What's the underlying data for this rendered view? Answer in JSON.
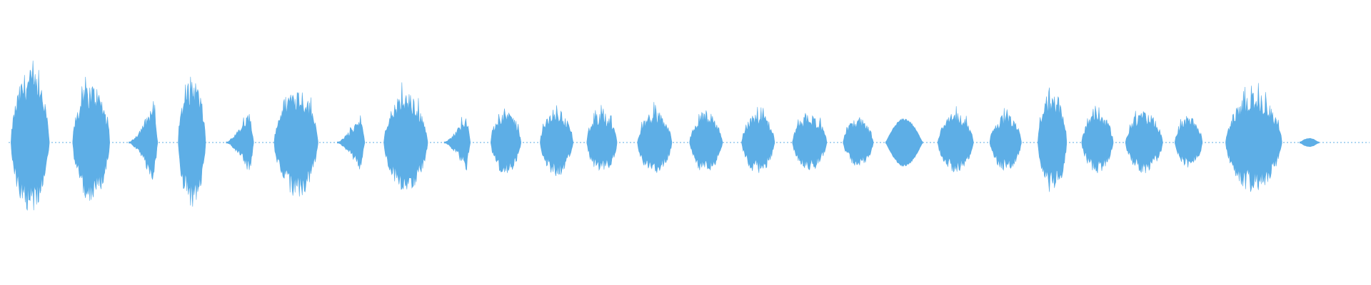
{
  "waveform": {
    "color": "#5daee6",
    "segments": [
      {
        "start": 0.008,
        "end": 0.036,
        "amp": 0.52,
        "shape": "dense"
      },
      {
        "start": 0.053,
        "end": 0.08,
        "amp": 0.42,
        "shape": "dense"
      },
      {
        "start": 0.094,
        "end": 0.115,
        "amp": 0.37,
        "shape": "rising"
      },
      {
        "start": 0.13,
        "end": 0.15,
        "amp": 0.47,
        "shape": "dense"
      },
      {
        "start": 0.165,
        "end": 0.185,
        "amp": 0.28,
        "shape": "rising"
      },
      {
        "start": 0.2,
        "end": 0.232,
        "amp": 0.4,
        "shape": "dense"
      },
      {
        "start": 0.246,
        "end": 0.266,
        "amp": 0.26,
        "shape": "rising"
      },
      {
        "start": 0.28,
        "end": 0.312,
        "amp": 0.35,
        "shape": "dense"
      },
      {
        "start": 0.324,
        "end": 0.343,
        "amp": 0.26,
        "shape": "rising"
      },
      {
        "start": 0.358,
        "end": 0.38,
        "amp": 0.23,
        "shape": "dense"
      },
      {
        "start": 0.394,
        "end": 0.418,
        "amp": 0.24,
        "shape": "dense"
      },
      {
        "start": 0.428,
        "end": 0.45,
        "amp": 0.22,
        "shape": "dense"
      },
      {
        "start": 0.465,
        "end": 0.49,
        "amp": 0.23,
        "shape": "dense"
      },
      {
        "start": 0.503,
        "end": 0.527,
        "amp": 0.22,
        "shape": "dense"
      },
      {
        "start": 0.541,
        "end": 0.565,
        "amp": 0.22,
        "shape": "dense"
      },
      {
        "start": 0.578,
        "end": 0.603,
        "amp": 0.2,
        "shape": "dense"
      },
      {
        "start": 0.615,
        "end": 0.637,
        "amp": 0.17,
        "shape": "dense"
      },
      {
        "start": 0.646,
        "end": 0.673,
        "amp": 0.17,
        "shape": "smooth"
      },
      {
        "start": 0.684,
        "end": 0.71,
        "amp": 0.21,
        "shape": "dense"
      },
      {
        "start": 0.722,
        "end": 0.745,
        "amp": 0.2,
        "shape": "dense"
      },
      {
        "start": 0.757,
        "end": 0.778,
        "amp": 0.37,
        "shape": "dense"
      },
      {
        "start": 0.789,
        "end": 0.812,
        "amp": 0.22,
        "shape": "dense"
      },
      {
        "start": 0.821,
        "end": 0.848,
        "amp": 0.22,
        "shape": "dense"
      },
      {
        "start": 0.857,
        "end": 0.877,
        "amp": 0.18,
        "shape": "dense"
      },
      {
        "start": 0.894,
        "end": 0.935,
        "amp": 0.35,
        "shape": "dense"
      },
      {
        "start": 0.948,
        "end": 0.962,
        "amp": 0.03,
        "shape": "smooth"
      }
    ]
  }
}
